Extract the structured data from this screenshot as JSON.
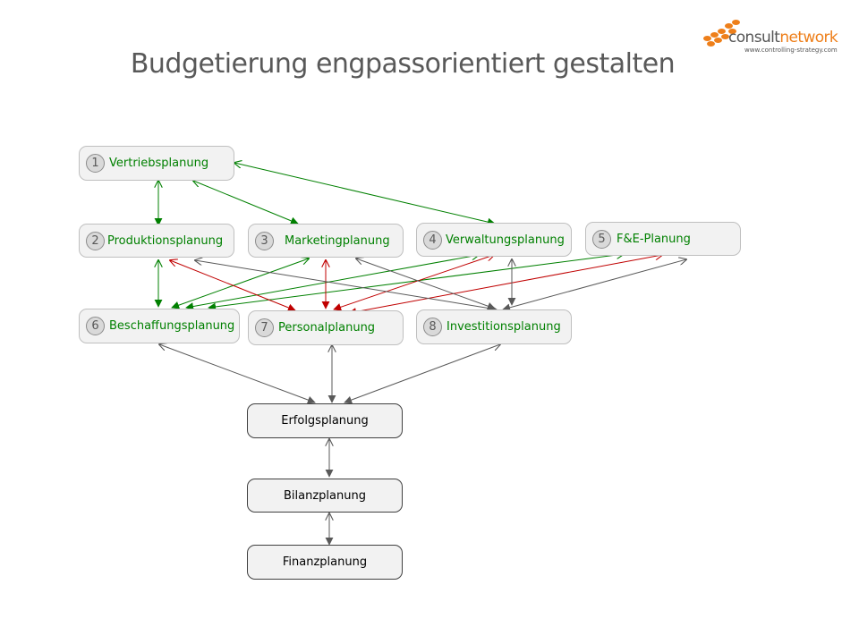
{
  "title": "Budgetierung engpassorientiert gestalten",
  "logo": {
    "brand_a": "consult",
    "brand_b": "network",
    "url": "www.controlling-strategy.com"
  },
  "boxes": [
    {
      "num": "1",
      "label": "Vertriebsplanung"
    },
    {
      "num": "2",
      "label": "Produktionsplanung"
    },
    {
      "num": "3",
      "label": "Marketingplanung"
    },
    {
      "num": "4",
      "label": "Verwaltungsplanung"
    },
    {
      "num": "5",
      "label": "F&E-Planung"
    },
    {
      "num": "6",
      "label": "Beschaffungsplanung"
    },
    {
      "num": "7",
      "label": "Personalplanung"
    },
    {
      "num": "8",
      "label": "Investitionsplanung"
    }
  ],
  "summary": [
    {
      "label": "Erfolgsplanung"
    },
    {
      "label": "Bilanzplanung"
    },
    {
      "label": "Finanzplanung"
    }
  ],
  "colors": {
    "green": "#008000",
    "red": "#c00000",
    "gray": "#595959",
    "accent": "#ee7f1a"
  }
}
